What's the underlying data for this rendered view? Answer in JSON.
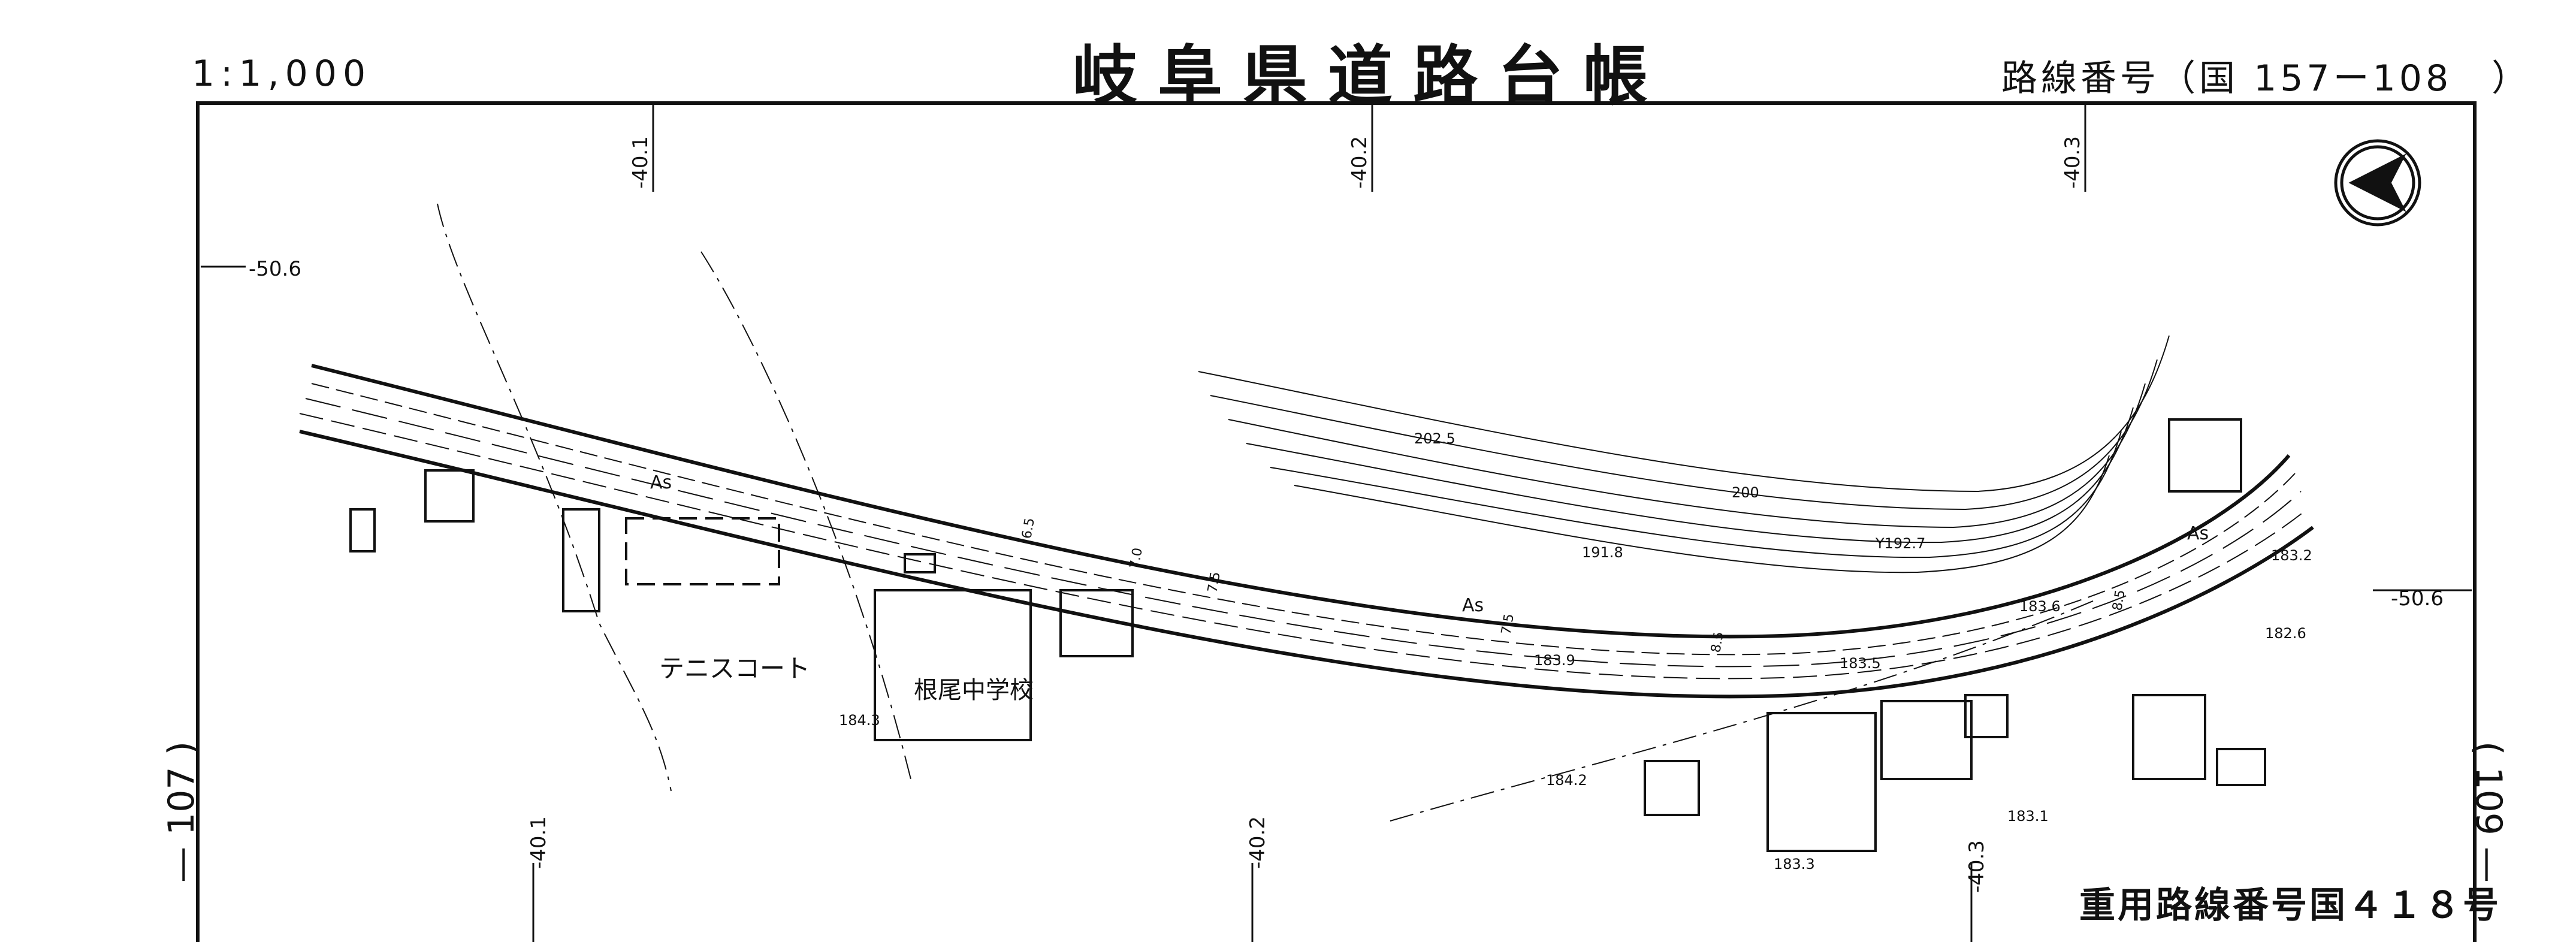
{
  "header": {
    "scale": "1:1,000",
    "title": "岐阜県道路台帳",
    "route_number": "路線番号（国 157ー108　）"
  },
  "footer": {
    "heavy_route": "重用路線番号国４１８号"
  },
  "sheets": {
    "left": "— 107 )",
    "right": "( 109 —"
  },
  "grid_labels": {
    "top": [
      "-40.1",
      "-40.2",
      "-40.3"
    ],
    "bottom": [
      "-40.1",
      "-40.2",
      "-40.3"
    ],
    "left": "-50.6",
    "right": "-50.6"
  },
  "map_labels": {
    "tennis": "テニスコート",
    "school": "根尾中学校",
    "as1": "As",
    "as2": "As",
    "as3": "As",
    "contour1": "202.5",
    "contour2": "200",
    "e1": "191.8",
    "e2": "Y192.7",
    "e3": "183.9",
    "e4": "183.5",
    "e5": "183.6",
    "e6": "183.2",
    "e7": "182.6",
    "e8": "184.3",
    "e9": "184.2",
    "e10": "183.1",
    "e11": "183.3",
    "w1": "6.5",
    "w2": "7.0",
    "w3": "7.5",
    "w4": "7.5",
    "w5": "8.5",
    "w6": "8.5"
  },
  "colors": {
    "ink": "#111111",
    "paper": "#ffffff"
  }
}
